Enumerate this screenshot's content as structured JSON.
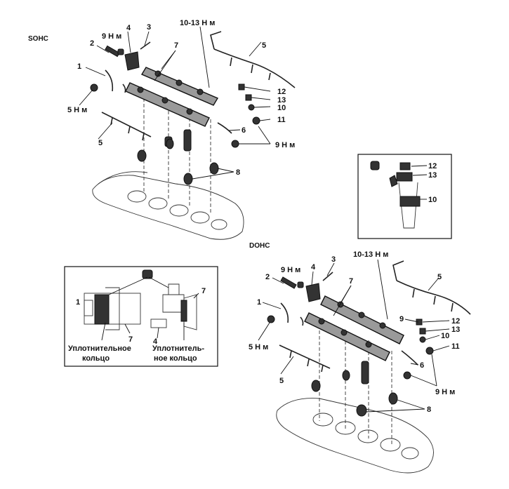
{
  "sohc": {
    "title": "SOHC",
    "labels": {
      "l1": "1",
      "l2": "2",
      "l3": "3",
      "l4": "4",
      "l5a": "5",
      "l5b": "5",
      "l6": "6",
      "l7": "7",
      "l8": "8",
      "l10": "10",
      "l11": "11",
      "l12": "12",
      "l13": "13",
      "t_9nm_top": "9 Н м",
      "t_5nm": "5 Н м",
      "t_1013nm": "10-13 Н м",
      "t_9nm_bottom": "9 Н м"
    }
  },
  "dohc": {
    "title": "DOHC",
    "labels": {
      "l1": "1",
      "l2": "2",
      "l3": "3",
      "l4": "4",
      "l5a": "5",
      "l5b": "5",
      "l6": "6",
      "l7": "7",
      "l8": "8",
      "l9": "9",
      "l10": "10",
      "l11": "11",
      "l12": "12",
      "l13": "13",
      "t_9nm_top": "9 Н м",
      "t_5nm": "5 Н м",
      "t_1013nm": "10-13 Н м",
      "t_9nm_bottom": "9 Н м"
    }
  },
  "detail_inset": {
    "labels": {
      "l12": "12",
      "l13": "13",
      "l10": "10"
    }
  },
  "seal_inset": {
    "labels": {
      "l1": "1",
      "l7a": "7",
      "l7b": "7",
      "l4": "4"
    },
    "caption_left_line1": "Уплотнительное",
    "caption_left_line2": "кольцо",
    "caption_right_line1": "Уплотнитель-",
    "caption_right_line2": "ное кольцо"
  }
}
